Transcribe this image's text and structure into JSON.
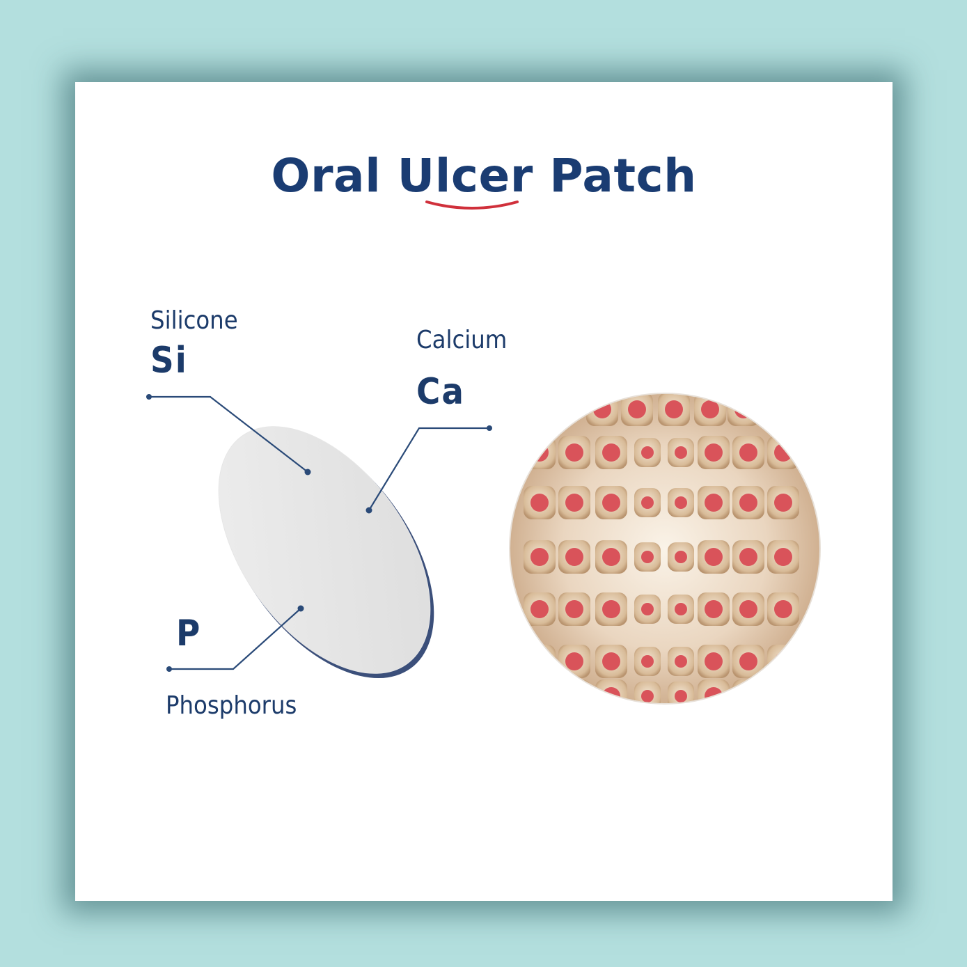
{
  "title": "Oral Ulcer Patch",
  "colors": {
    "background": "#b3dfde",
    "title": "#1a3c72",
    "accent_smile": "#d0303b",
    "leader_line": "#2a4a78",
    "cell_nucleus": "#d9535a",
    "tissue": "#e9d4bf"
  },
  "elements": [
    {
      "name": "Silicone",
      "symbol": "Si"
    },
    {
      "name": "Calcium",
      "symbol": "Ca"
    },
    {
      "name": "Phosphorus",
      "symbol": "P"
    }
  ],
  "illustrations": [
    "patch-disc",
    "cell-tissue-magnifier"
  ]
}
